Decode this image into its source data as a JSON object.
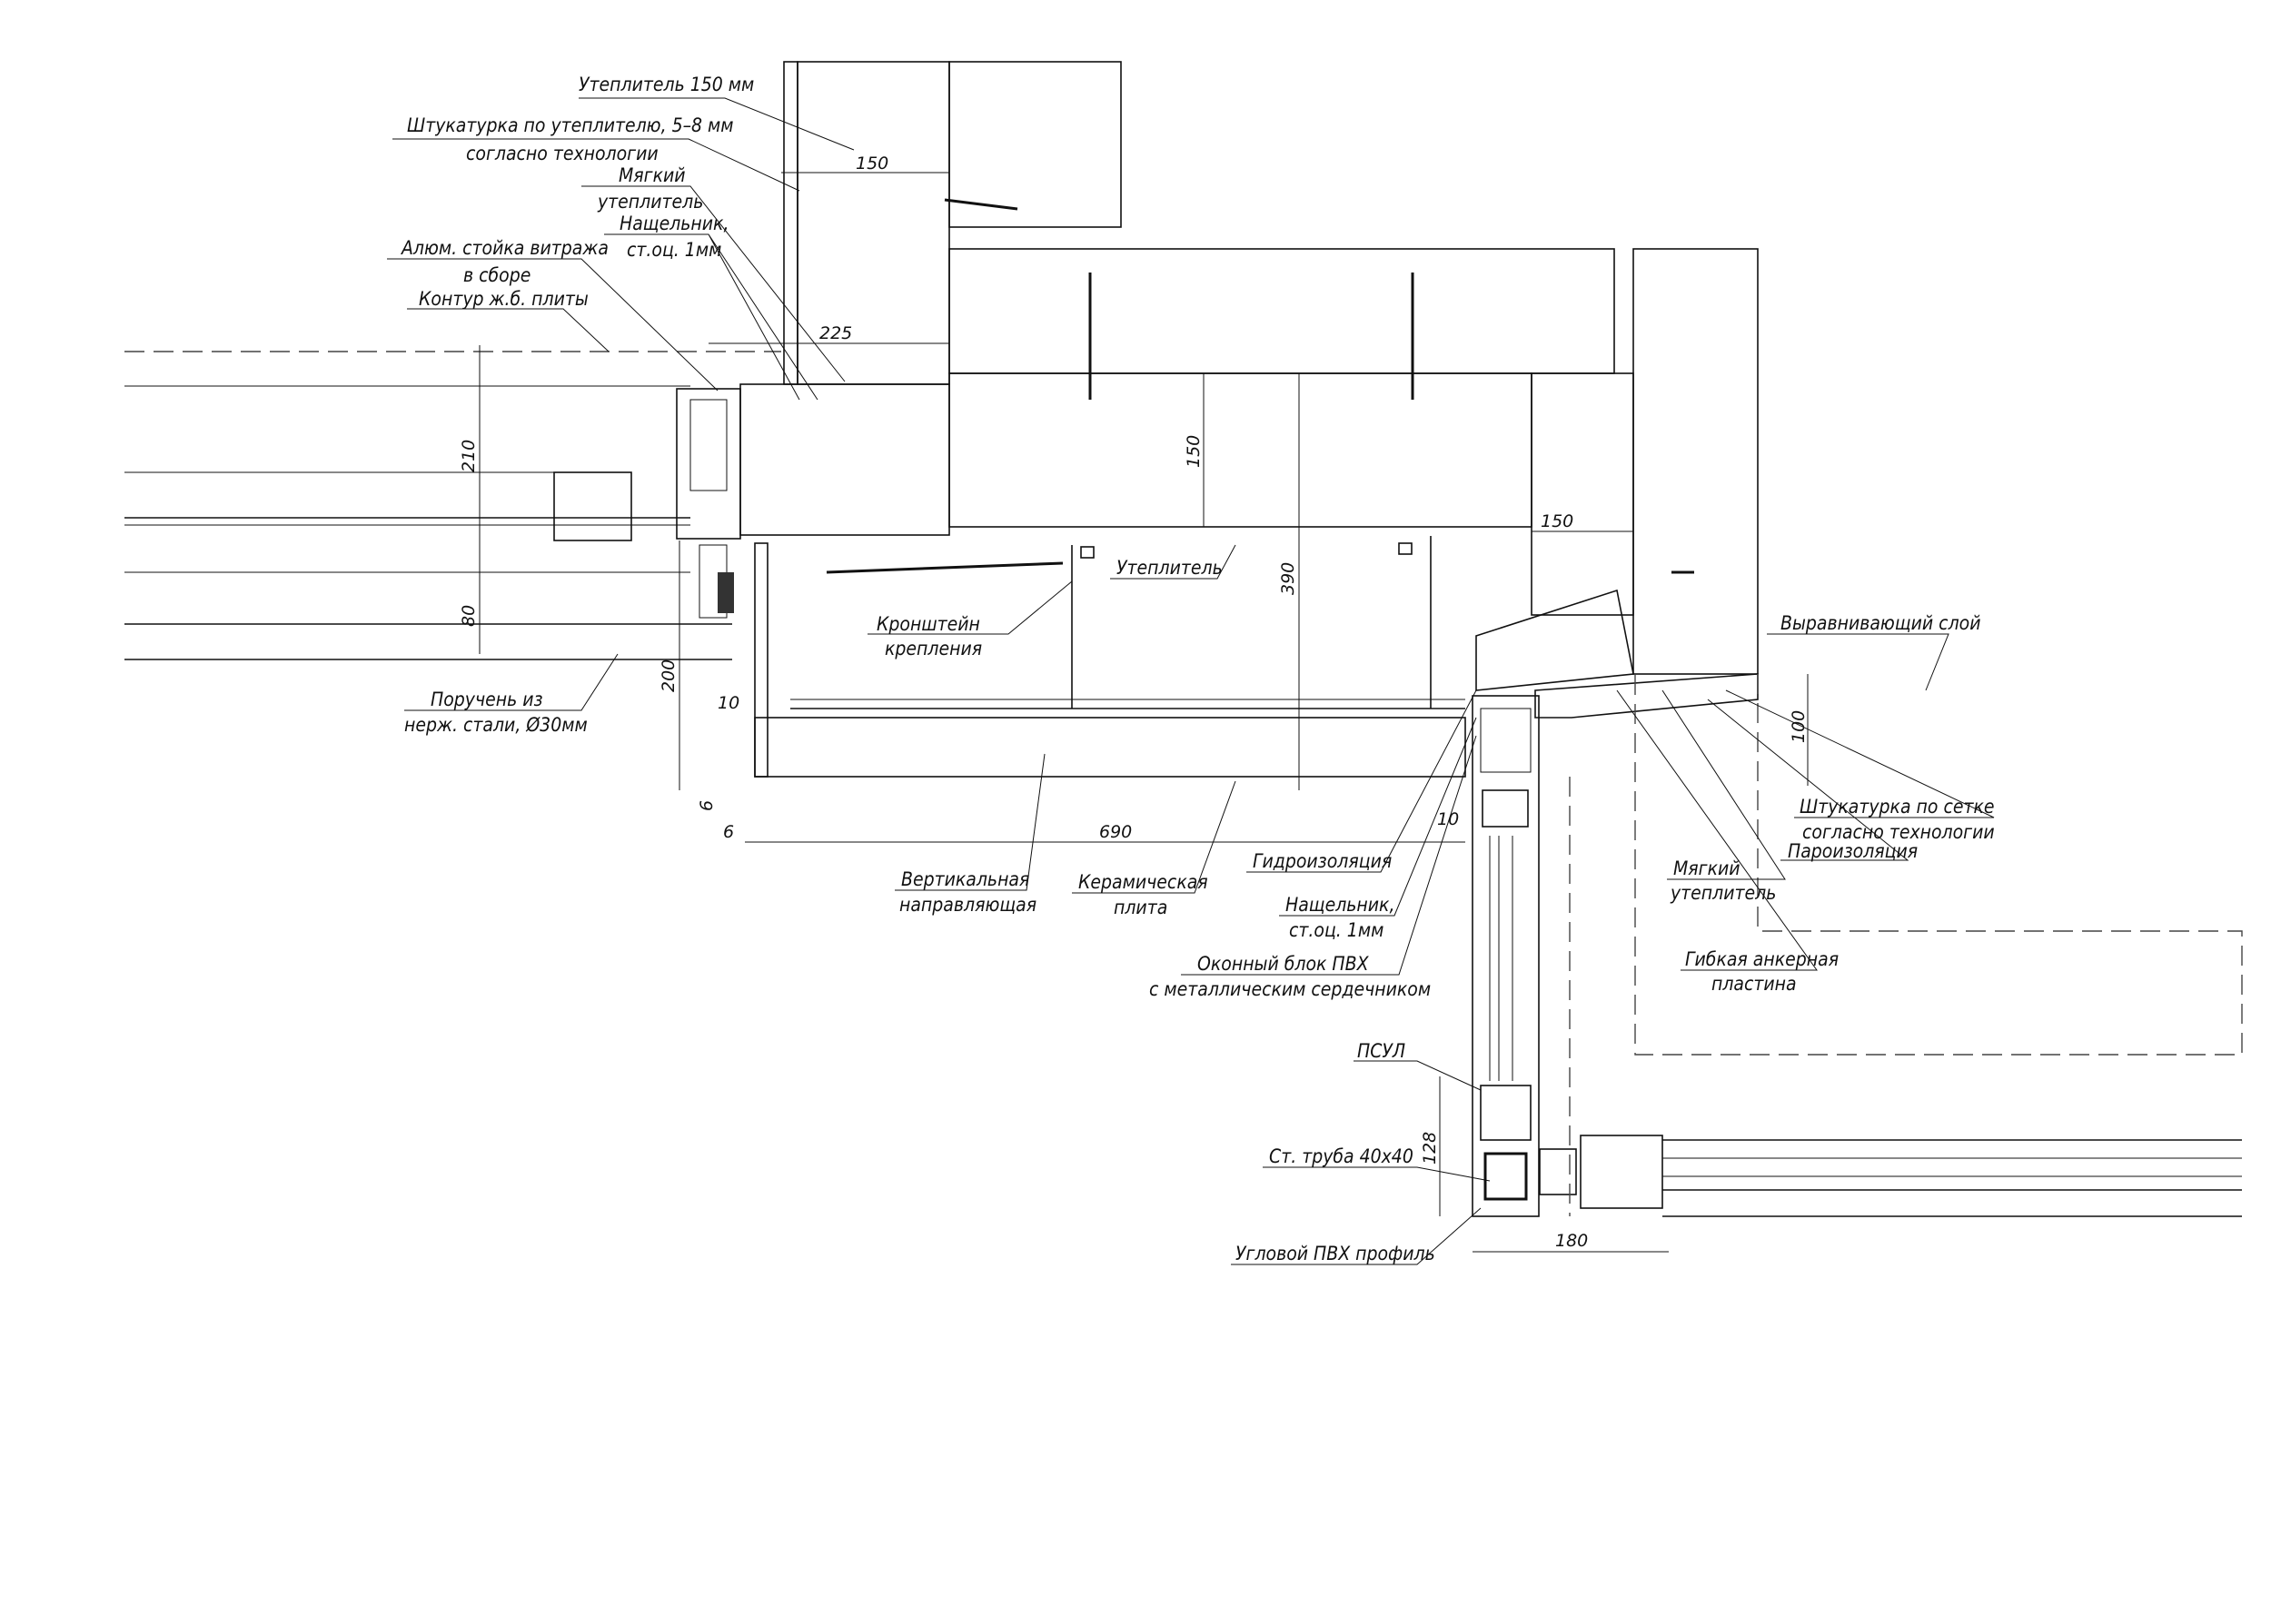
{
  "labels": {
    "insulation_150": "Утеплитель 150 мм",
    "plaster_insul_1": "Штукатурка по утеплителю, 5–8 мм",
    "plaster_insul_2": "согласно технологии",
    "soft_insul_top_1": "Мягкий",
    "soft_insul_top_2": "утеплитель",
    "flashing_top_1": "Нащельник,",
    "flashing_top_2": "ст.оц. 1мм",
    "alu_post_1": "Алюм. стойка витража",
    "alu_post_2": "в сборе",
    "slab_contour": "Контур ж.б. плиты",
    "handrail_1": "Поручень из",
    "handrail_2": "нерж. стали, Ø30мм",
    "bracket_1": "Кронштейн",
    "bracket_2": "крепления",
    "insulation": "Утеплитель",
    "vertical_rail_1": "Вертикальная",
    "vertical_rail_2": "направляющая",
    "ceramic_1": "Керамическая",
    "ceramic_2": "плита",
    "waterproofing": "Гидроизоляция",
    "flashing_1": "Нащельник,",
    "flashing_2": "ст.оц. 1мм",
    "window_block_1": "Оконный блок ПВХ",
    "window_block_2": "с металлическим сердечником",
    "leveling_layer": "Выравнивающий слой",
    "plaster_mesh_1": "Штукатурка по сетке",
    "plaster_mesh_2": "согласно технологии",
    "vapor_barrier": "Пароизоляция",
    "soft_insul_1": "Мягкий",
    "soft_insul_2": "утеплитель",
    "anchor_plate_1": "Гибкая анкерная",
    "anchor_plate_2": "пластина",
    "psul": "ПСУЛ",
    "steel_tube": "Ст. труба 40х40",
    "corner_profile": "Угловой ПВХ профиль"
  },
  "dimensions": {
    "d150_top": "150",
    "d225": "225",
    "d210": "210",
    "d80": "80",
    "d200": "200",
    "d10_left": "10",
    "d6_a": "6",
    "d6_b": "6",
    "d690": "690",
    "d150_mid": "150",
    "d390": "390",
    "d150_right": "150",
    "d10_right": "10",
    "d100": "100",
    "d128": "128",
    "d180": "180"
  }
}
